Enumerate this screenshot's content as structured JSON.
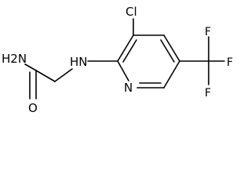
{
  "molecule": {
    "atoms": {
      "amide_n": "H2N",
      "amide_o": "O",
      "amine_nh": "HN",
      "chlorine": "Cl",
      "ring_n": "N",
      "fluorine_top": "F",
      "fluorine_right": "F",
      "fluorine_bottom": "F"
    },
    "colors": {
      "ink": "#000000",
      "background": "#ffffff"
    }
  }
}
